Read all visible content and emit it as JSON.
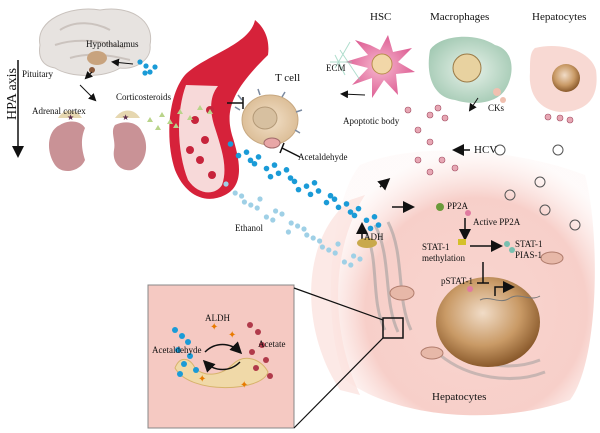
{
  "labels": {
    "hpa_axis": "HPA axis",
    "hypothalamus": "Hypothalamus",
    "pituitary": "Pituitary",
    "adrenal_cortex": "Adrenal cortex",
    "corticosteroids": "Corticosteroids",
    "t_cell": "T cell",
    "hsc": "HSC",
    "macrophages": "Macrophages",
    "hepatocytes_top": "Hepatocytes",
    "ecm": "ECM",
    "apoptotic_body": "Apoptotic body",
    "cks": "CKs",
    "hcv": "HCV",
    "acetaldehyde_main": "Acetaldehyde",
    "ethanol": "Ethanol",
    "adh": "ADH",
    "pp2a": "PP2A",
    "active_pp2a": "Active PP2A",
    "stat1_methylation_1": "STAT-1",
    "stat1_methylation_2": "methylation",
    "stat1_pias_1": "STAT-1",
    "stat1_pias_2": "PIAS-1",
    "pstat1": "pSTAT-1",
    "aldh": "ALDH",
    "acetaldehyde_inset": "Acetaldehyde",
    "acetate": "Acetate",
    "hepatocytes_bottom": "Hepatocytes"
  },
  "colors": {
    "ethanol_dot": "#9fd0e6",
    "acetaldehyde_dot": "#1a9bd7",
    "acetate_dot": "#b03a4a",
    "corticosteroid": "#b9d48a",
    "vessel": "#d6223a",
    "hepatocyte_bg": "#f6c9c4",
    "nucleus": "#b07c46",
    "inset_bg": "#f5c9c2"
  }
}
